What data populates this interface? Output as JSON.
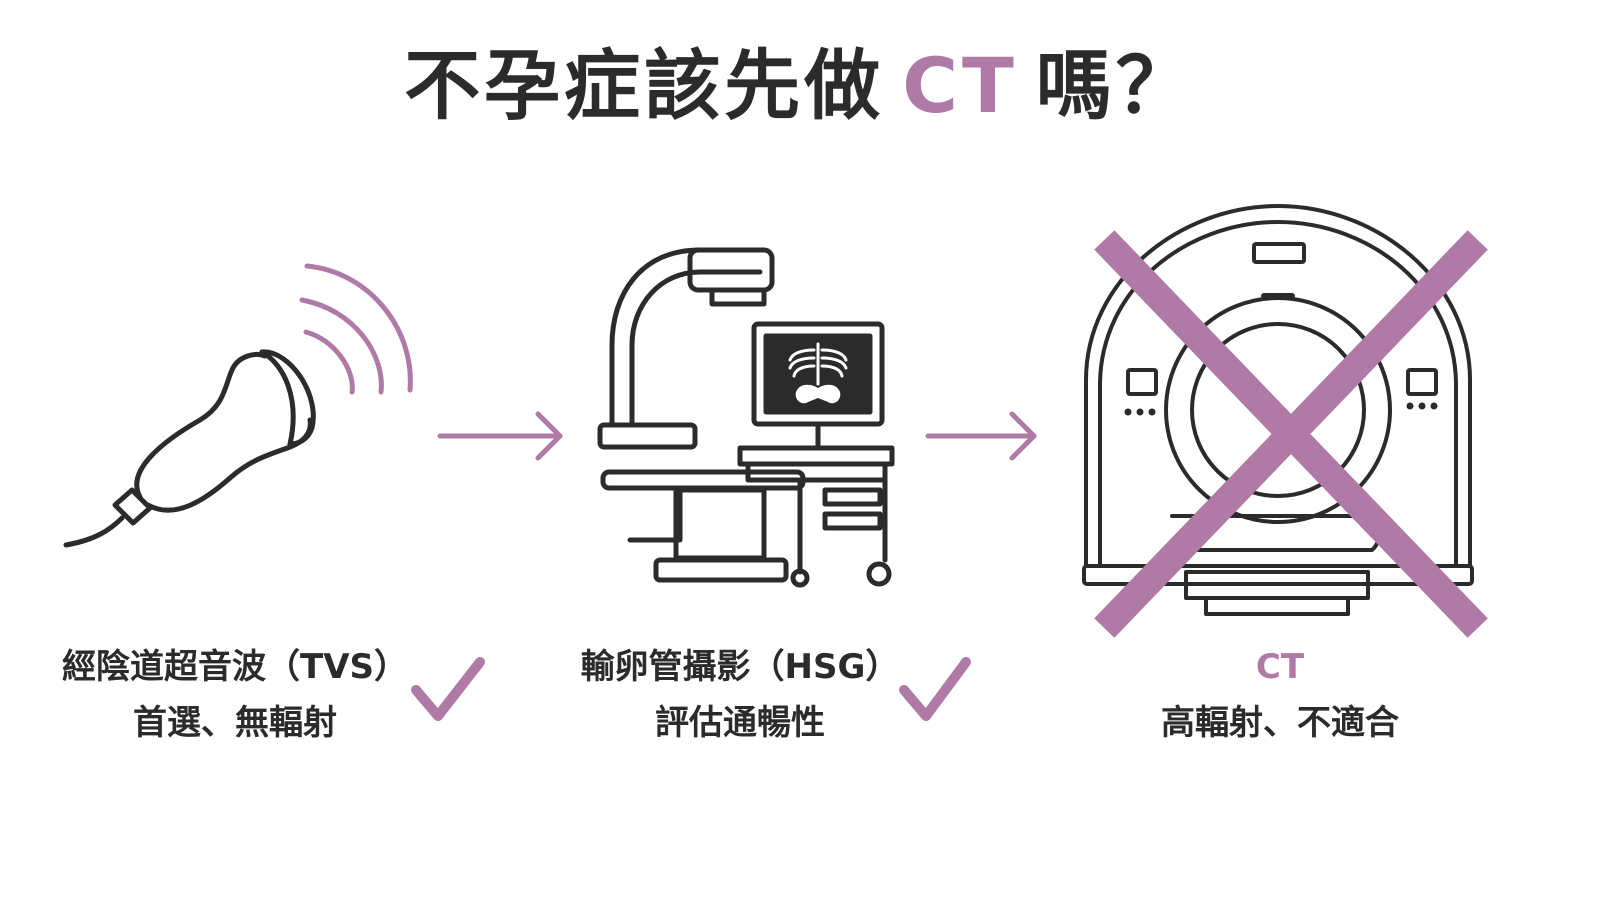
{
  "title": {
    "prefix": "不孕症該先做",
    "accent": "CT",
    "suffix": "嗎？"
  },
  "steps": [
    {
      "name": "經陰道超音波（TVS）",
      "note": "首選、無輻射",
      "status": "check",
      "icon": "ultrasound-probe-icon"
    },
    {
      "name": "輸卵管攝影（HSG）",
      "note": "評估通暢性",
      "status": "check",
      "icon": "xray-c-arm-icon"
    },
    {
      "name": "CT",
      "note": "高輻射、不適合",
      "status": "cross",
      "icon": "ct-scanner-icon"
    }
  ],
  "colors": {
    "accent": "#b07aa6",
    "ink": "#2b2b2b",
    "background": "#ffffff"
  }
}
